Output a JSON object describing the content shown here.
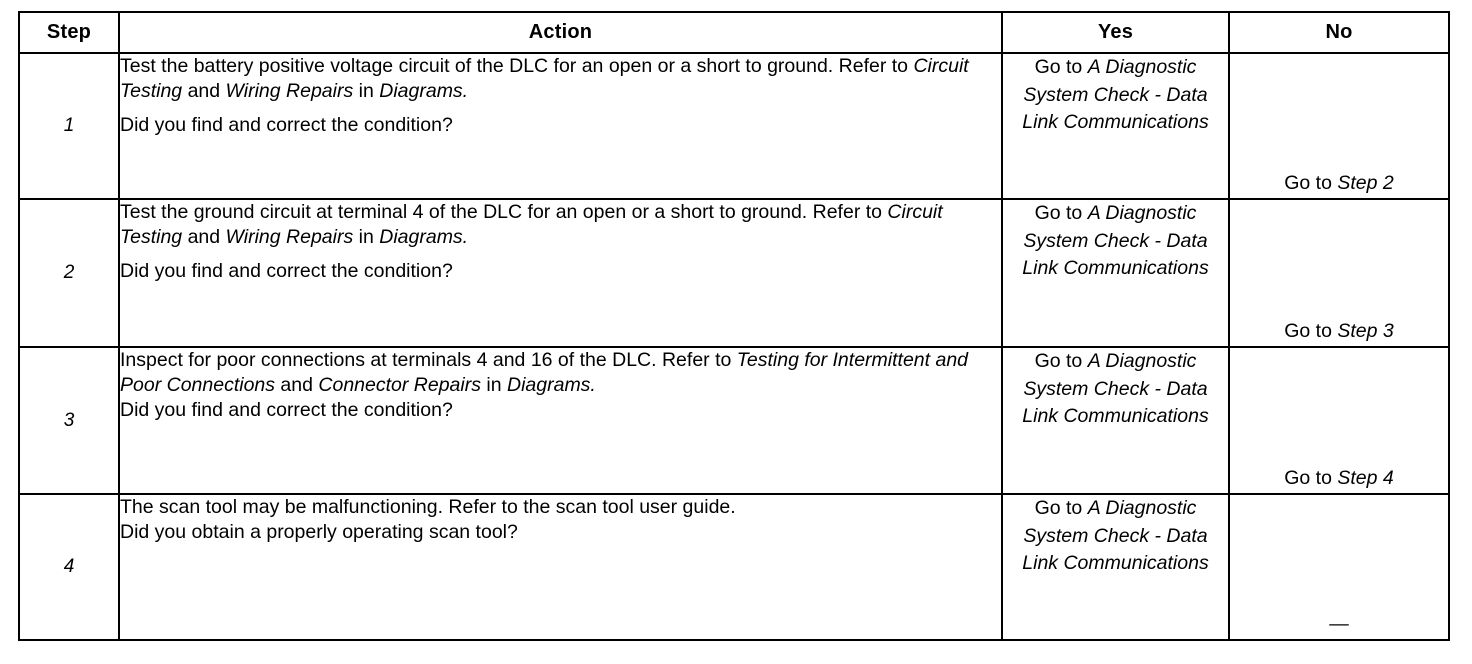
{
  "table": {
    "headers": {
      "step": "Step",
      "action": "Action",
      "yes": "Yes",
      "no": "No"
    },
    "yes_common": {
      "prefix": "Go to ",
      "reference": "A Diagnostic System Check - Data Link Communications"
    },
    "rows": [
      {
        "step": "1",
        "action": {
          "paragraph": [
            {
              "text": "Test the battery positive voltage circuit of the DLC for an open or a short to ground. Refer to ",
              "style": "roman"
            },
            {
              "text": "Circuit Testing",
              "style": "italic"
            },
            {
              "text": " and ",
              "style": "roman"
            },
            {
              "text": "Wiring Repairs",
              "style": "italic"
            },
            {
              "text": " in ",
              "style": "roman"
            },
            {
              "text": "Diagrams.",
              "style": "italic"
            }
          ],
          "question": [
            {
              "text": "Did you find and correct the condition?",
              "style": "roman"
            }
          ]
        },
        "yes": [
          {
            "text": "Go to ",
            "style": "roman"
          },
          {
            "text": "A Diagnostic System Check - Data Link Communications",
            "style": "italic"
          }
        ],
        "no": [
          {
            "text": "Go to ",
            "style": "roman"
          },
          {
            "text": "Step 2",
            "style": "italic"
          }
        ]
      },
      {
        "step": "2",
        "action": {
          "paragraph": [
            {
              "text": "Test the ground circuit at terminal 4 of the DLC for an open or a short to ground. Refer to ",
              "style": "roman"
            },
            {
              "text": "Circuit Testing",
              "style": "italic"
            },
            {
              "text": " and ",
              "style": "roman"
            },
            {
              "text": "Wiring Repairs",
              "style": "italic"
            },
            {
              "text": " in ",
              "style": "roman"
            },
            {
              "text": "Diagrams.",
              "style": "italic"
            }
          ],
          "question": [
            {
              "text": "Did you find and correct the condition?",
              "style": "roman"
            }
          ]
        },
        "yes": [
          {
            "text": "Go to ",
            "style": "roman"
          },
          {
            "text": "A Diagnostic System Check - Data Link Communications",
            "style": "italic"
          }
        ],
        "no": [
          {
            "text": "Go to ",
            "style": "roman"
          },
          {
            "text": "Step 3",
            "style": "italic"
          }
        ]
      },
      {
        "step": "3",
        "action": {
          "paragraph": [
            {
              "text": "Inspect for poor connections at terminals 4 and 16 of the DLC. Refer to ",
              "style": "roman"
            },
            {
              "text": "Testing for Intermittent and Poor Connections",
              "style": "italic"
            },
            {
              "text": " and ",
              "style": "roman"
            },
            {
              "text": "Connector Repairs",
              "style": "italic"
            },
            {
              "text": " in ",
              "style": "roman"
            },
            {
              "text": "Diagrams.",
              "style": "italic"
            }
          ],
          "question": [
            {
              "text": "Did you find and correct the condition?",
              "style": "roman"
            }
          ]
        },
        "yes": [
          {
            "text": "Go to ",
            "style": "roman"
          },
          {
            "text": "A Diagnostic System Check - Data Link Communications",
            "style": "italic"
          }
        ],
        "no": [
          {
            "text": "Go to ",
            "style": "roman"
          },
          {
            "text": "Step 4",
            "style": "italic"
          }
        ]
      },
      {
        "step": "4",
        "action": {
          "paragraph": [
            {
              "text": "The scan tool may be malfunctioning. Refer to the scan tool user guide.",
              "style": "roman"
            }
          ],
          "question": [
            {
              "text": "Did you obtain a properly operating scan tool?",
              "style": "roman"
            }
          ]
        },
        "yes": [
          {
            "text": "Go to ",
            "style": "roman"
          },
          {
            "text": "A Diagnostic System Check - Data Link Communications",
            "style": "italic"
          }
        ],
        "no": [
          {
            "text": "—",
            "style": "roman"
          }
        ]
      }
    ]
  },
  "colors": {
    "background": "#ffffff",
    "text": "#000000",
    "border": "#000000"
  }
}
